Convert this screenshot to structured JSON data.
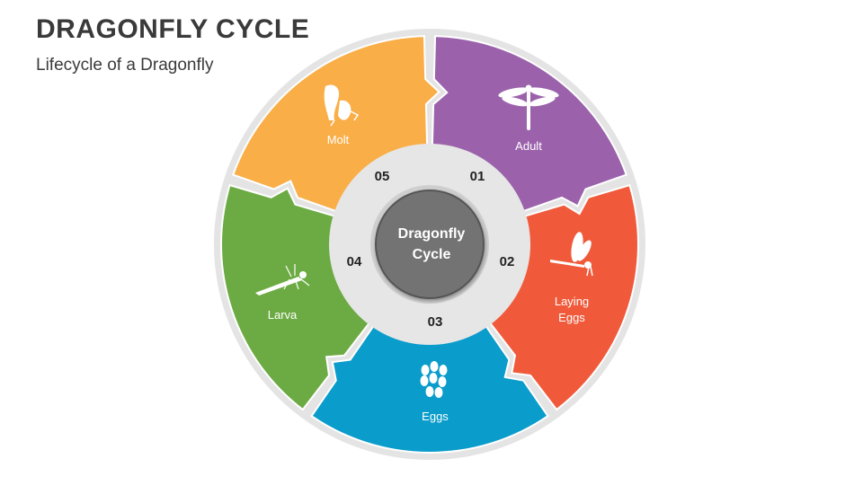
{
  "header": {
    "title": "DRAGONFLY CYCLE",
    "subtitle": "Lifecycle of a Dragonfly"
  },
  "center": {
    "line1": "Dragonfly",
    "line2": "Cycle"
  },
  "stages": [
    {
      "number": "01",
      "label": "Adult",
      "label2": "",
      "icon": "adult-dragonfly-icon",
      "color": "#9B62AB"
    },
    {
      "number": "02",
      "label": "Laying",
      "label2": "Eggs",
      "icon": "laying-dragonfly-icon",
      "color": "#F05A3B"
    },
    {
      "number": "03",
      "label": "Eggs",
      "label2": "",
      "icon": "eggs-icon",
      "color": "#0A9CCB"
    },
    {
      "number": "04",
      "label": "Larva",
      "label2": "",
      "icon": "larva-icon",
      "color": "#6CAB43"
    },
    {
      "number": "05",
      "label": "Molt",
      "label2": "",
      "icon": "molt-icon",
      "color": "#F9AE48"
    }
  ],
  "colors": {
    "ring": "#E6E6E6",
    "outer_border": "#E0E0E0",
    "hub": "#737373"
  }
}
